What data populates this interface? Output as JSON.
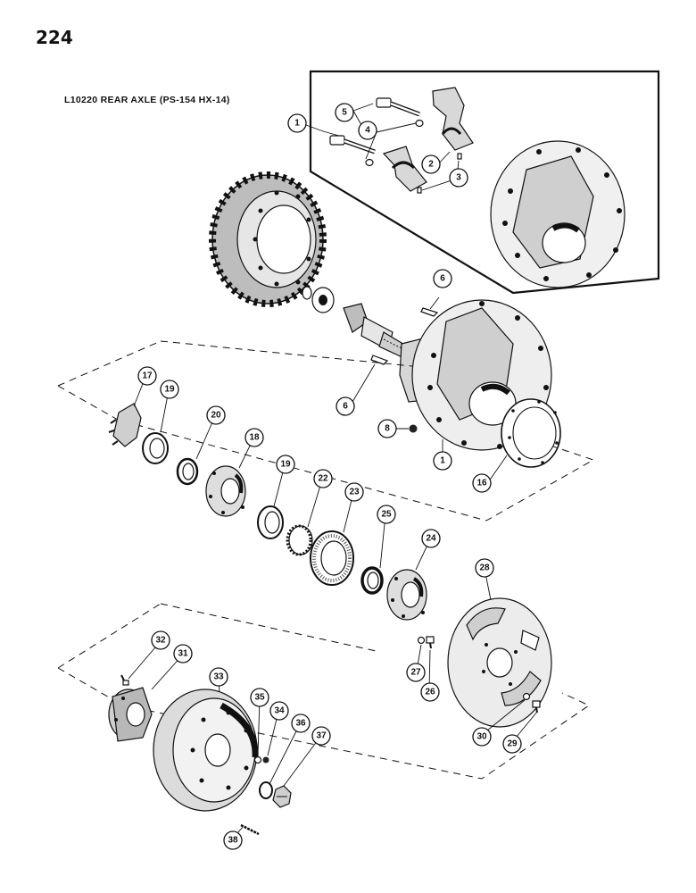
{
  "page": {
    "number": "224",
    "title": "L10220 REAR AXLE (PS-154 HX-14)"
  },
  "callouts": [
    {
      "id": "callout-1-inset",
      "label": "1"
    },
    {
      "id": "callout-5",
      "label": "5"
    },
    {
      "id": "callout-4",
      "label": "4"
    },
    {
      "id": "callout-2",
      "label": "2"
    },
    {
      "id": "callout-3",
      "label": "3"
    },
    {
      "id": "callout-6-top",
      "label": "6"
    },
    {
      "id": "callout-6-bottom",
      "label": "6"
    },
    {
      "id": "callout-8",
      "label": "8"
    },
    {
      "id": "callout-1-housing",
      "label": "1"
    },
    {
      "id": "callout-16",
      "label": "16"
    },
    {
      "id": "callout-17",
      "label": "17"
    },
    {
      "id": "callout-19-left",
      "label": "19"
    },
    {
      "id": "callout-20",
      "label": "20"
    },
    {
      "id": "callout-18",
      "label": "18"
    },
    {
      "id": "callout-19-right",
      "label": "19"
    },
    {
      "id": "callout-22",
      "label": "22"
    },
    {
      "id": "callout-23",
      "label": "23"
    },
    {
      "id": "callout-25",
      "label": "25"
    },
    {
      "id": "callout-24",
      "label": "24"
    },
    {
      "id": "callout-28",
      "label": "28"
    },
    {
      "id": "callout-27",
      "label": "27"
    },
    {
      "id": "callout-26",
      "label": "26"
    },
    {
      "id": "callout-32",
      "label": "32"
    },
    {
      "id": "callout-31",
      "label": "31"
    },
    {
      "id": "callout-33",
      "label": "33"
    },
    {
      "id": "callout-35",
      "label": "35"
    },
    {
      "id": "callout-34",
      "label": "34"
    },
    {
      "id": "callout-36",
      "label": "36"
    },
    {
      "id": "callout-37",
      "label": "37"
    },
    {
      "id": "callout-30",
      "label": "30"
    },
    {
      "id": "callout-29",
      "label": "29"
    },
    {
      "id": "callout-38",
      "label": "38"
    }
  ]
}
